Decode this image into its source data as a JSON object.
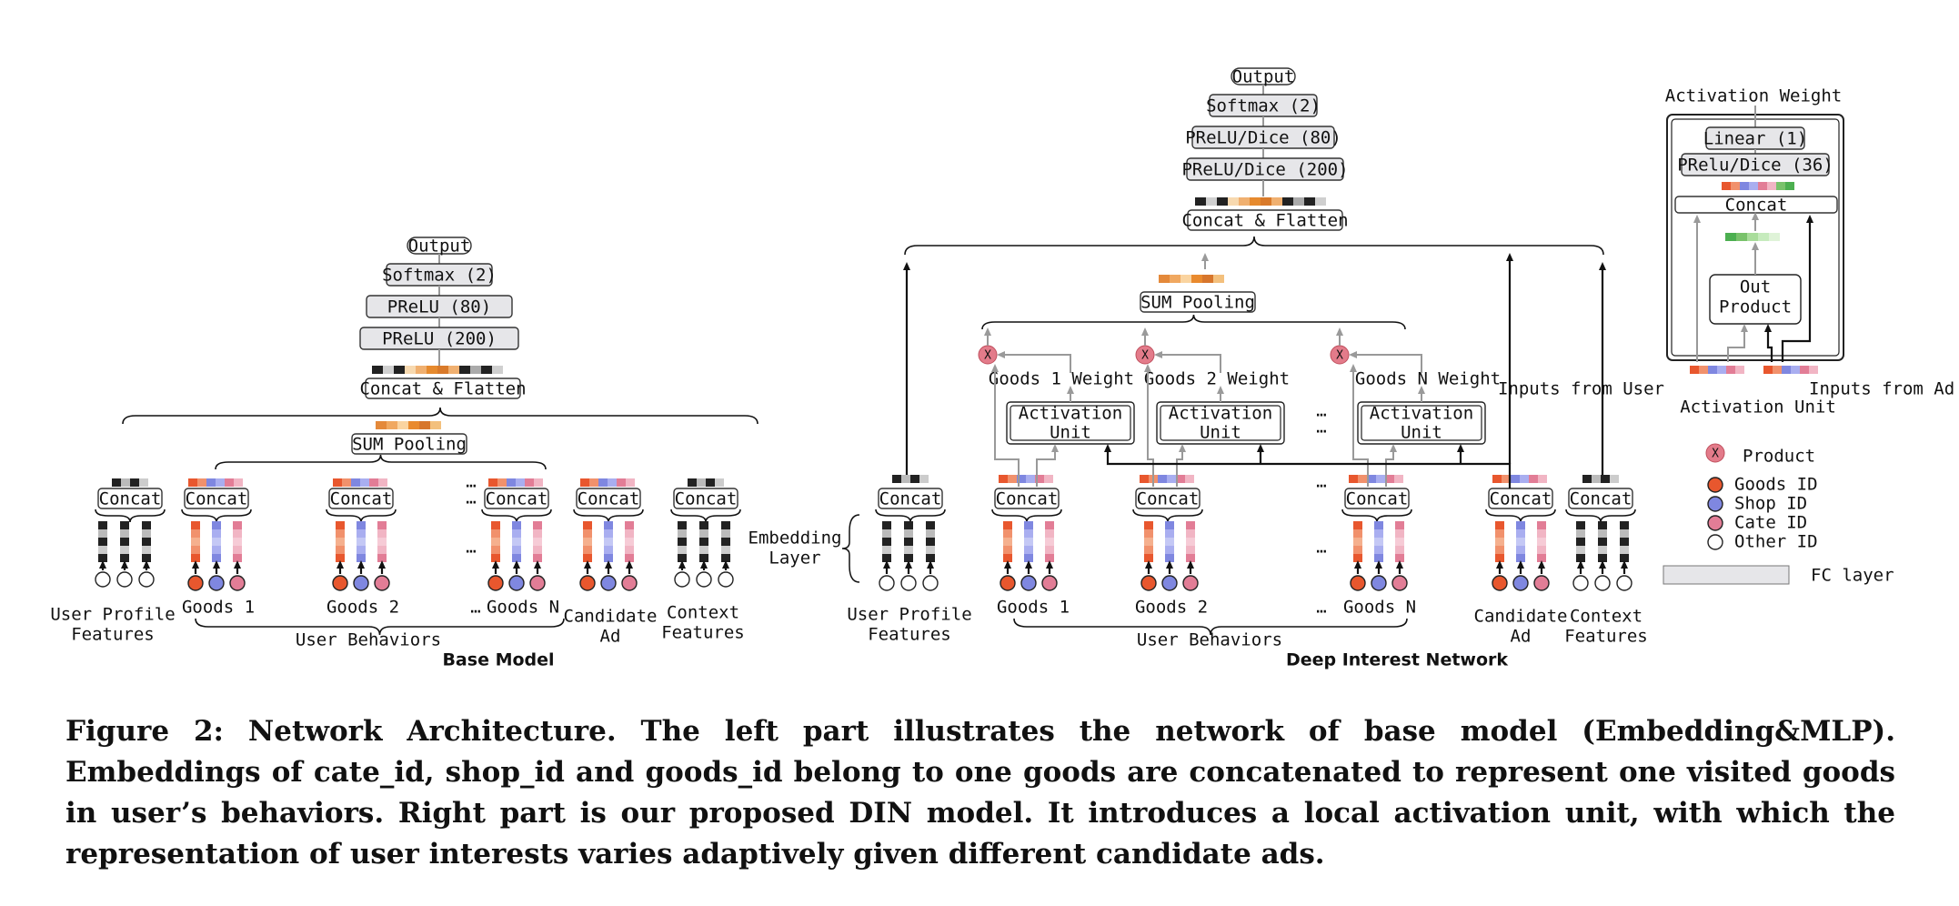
{
  "figure": {
    "caption": "Figure 2: Network Architecture. The left part illustrates the network of base model (Embedding&MLP). Embeddings of cate_id, shop_id and goods_id belong to one goods are concatenated to represent one visited goods in user’s behaviors. Right part is our proposed DIN model. It introduces a local activation unit, with which the representation of user interests varies adaptively given different candidate ads.",
    "base_model": {
      "title": "Base Model",
      "output": "Output",
      "softmax": "Softmax (2)",
      "prelu80": "PReLU (80)",
      "prelu200": "PReLU (200)",
      "concat_flatten": "Concat & Flatten",
      "sum_pooling": "SUM Pooling",
      "concat": "Concat",
      "ellipsis": "…",
      "user_profile_1": "User Profile",
      "user_profile_2": "Features",
      "goods1": "Goods 1",
      "goods2": "Goods 2",
      "goodsN": "Goods N",
      "candidate_1": "Candidate",
      "candidate_2": "Ad",
      "context_1": "Context",
      "context_2": "Features",
      "user_behaviors": "User Behaviors"
    },
    "din": {
      "title": "Deep Interest Network",
      "output": "Output",
      "softmax": "Softmax (2)",
      "dice80": "PReLU/Dice (80)",
      "dice200": "PReLU/Dice (200)",
      "concat_flatten": "Concat & Flatten",
      "sum_pooling": "SUM Pooling",
      "concat": "Concat",
      "goods1_weight": "Goods 1 Weight",
      "goods2_weight": "Goods 2 Weight",
      "goodsN_weight": "Goods N Weight",
      "activation_1": "Activation",
      "activation_2": "Unit",
      "product_mark": "X",
      "ellipsis": "…",
      "embedding_1": "Embedding",
      "embedding_2": "Layer",
      "user_profile_1": "User Profile",
      "user_profile_2": "Features",
      "goods1": "Goods 1",
      "goods2": "Goods 2",
      "goodsN": "Goods N",
      "candidate_1": "Candidate",
      "candidate_2": "Ad",
      "context_1": "Context",
      "context_2": "Features",
      "user_behaviors": "User Behaviors"
    },
    "activation_unit": {
      "title": "Activation Weight",
      "linear": "Linear (1)",
      "prelu_dice36": "PRelu/Dice (36)",
      "concat": "Concat",
      "out_1": "Out",
      "out_2": "Product",
      "inputs_user_1": "Inputs from User",
      "inputs_user_2": "Activation Unit",
      "inputs_ad": "Inputs from Ad"
    },
    "legend": {
      "product_mark": "X",
      "product": "Product",
      "goods_id": "Goods ID",
      "shop_id": "Shop ID",
      "cate_id": "Cate ID",
      "other_id": "Other ID",
      "fc_layer": "FC layer"
    },
    "colors": {
      "goods": "#e8572e",
      "shop": "#7f87e0",
      "cate": "#e27d96",
      "product": "#e37b8a",
      "fc": "#e6e6e9",
      "line": "#999999",
      "dark": "#111111"
    }
  }
}
